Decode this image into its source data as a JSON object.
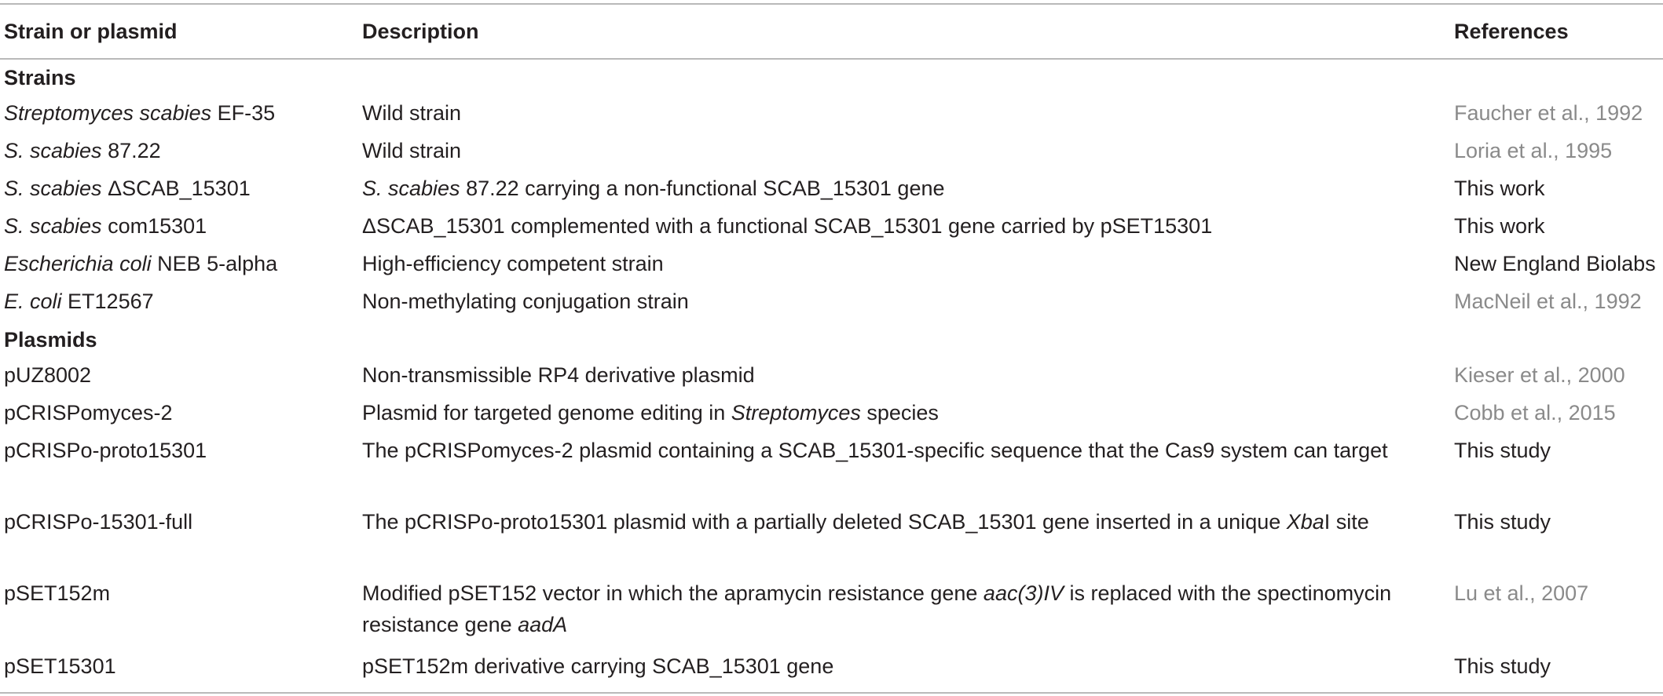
{
  "headers": [
    "Strain or plasmid",
    "Description",
    "References"
  ],
  "sections": [
    {
      "title": "Strains",
      "rows": [
        {
          "name_i": "Streptomyces scabies",
          "name": " EF-35",
          "desc": "Wild strain",
          "ref": "Faucher et al., 1992",
          "ref_link": true
        },
        {
          "name_i": "S. scabies",
          "name": " 87.22",
          "desc": "Wild strain",
          "ref": "Loria et al., 1995",
          "ref_link": true
        },
        {
          "name_i": "S. scabies",
          "name": " ΔSCAB_15301",
          "desc_i": "S. scabies",
          "desc": " 87.22 carrying a non-functional SCAB_15301 gene",
          "ref": "This work",
          "ref_link": false
        },
        {
          "name_i": "S. scabies",
          "name": " com15301",
          "desc": "ΔSCAB_15301 complemented with a functional SCAB_15301 gene carried by pSET15301",
          "ref": "This work",
          "ref_link": false
        },
        {
          "name_i": "Escherichia coli",
          "name": " NEB 5-alpha",
          "desc": "High-efficiency competent strain",
          "ref": "New England Biolabs",
          "ref_link": false
        },
        {
          "name_i": "E. coli",
          "name": " ET12567",
          "desc": "Non-methylating conjugation strain",
          "ref": "MacNeil et al., 1992",
          "ref_link": true
        }
      ]
    },
    {
      "title": "Plasmids",
      "rows": [
        {
          "name": "pUZ8002",
          "desc": "Non-transmissible RP4 derivative plasmid",
          "ref": "Kieser et al., 2000",
          "ref_link": true
        },
        {
          "name": "pCRISPomyces-2",
          "desc_a": "Plasmid for targeted genome editing in ",
          "desc_i": "Streptomyces",
          "desc_b": " species",
          "ref": "Cobb et al., 2015",
          "ref_link": true
        },
        {
          "name": "pCRISPo-proto15301",
          "desc": "The pCRISPomyces-2 plasmid containing a SCAB_15301-specific sequence that the Cas9 system can target",
          "ref": "This study",
          "ref_link": false
        },
        {
          "name": "pCRISPo-15301-full",
          "desc_a": "The pCRISPo-proto15301 plasmid with a partially deleted SCAB_15301 gene inserted in a unique ",
          "desc_i": "Xba",
          "desc_b": "I site",
          "ref": "This study",
          "ref_link": false
        },
        {
          "name": "pSET152m",
          "desc_a": "Modified pSET152 vector in which the apramycin resistance gene ",
          "desc_i": "aac(3)IV",
          "desc_b": " is replaced with the spectinomycin resistance gene ",
          "desc_i2": "aadA",
          "ref": "Lu et al., 2007",
          "ref_link": true
        },
        {
          "name": "pSET15301",
          "desc": "pSET152m derivative carrying SCAB_15301 gene",
          "ref": "This study",
          "ref_link": false
        }
      ]
    }
  ]
}
